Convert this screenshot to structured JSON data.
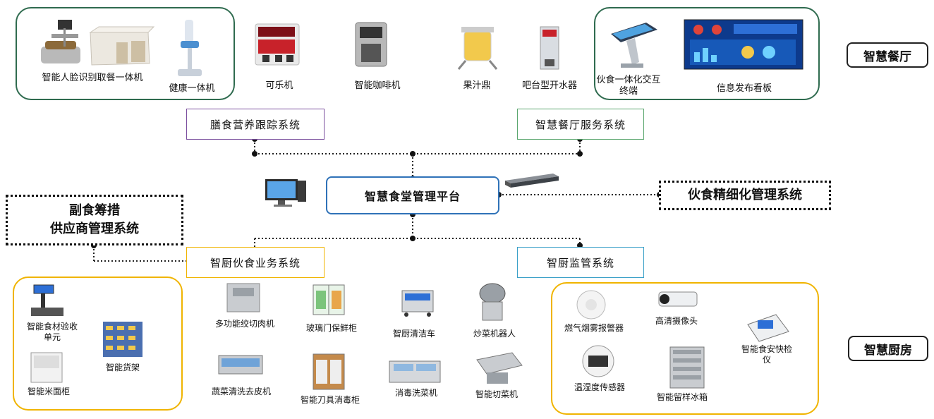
{
  "zones": {
    "restaurant": "智慧餐厅",
    "kitchen": "智慧厨房"
  },
  "platform": "智慧食堂管理平台",
  "systems": {
    "nutrition": "膳食营养跟踪系统",
    "restaurant_service": "智慧餐厅服务系统",
    "kitchen_business": "智厨伙食业务系统",
    "kitchen_supervision": "智厨监管系统"
  },
  "refined_mgmt": "伙食精细化管理系统",
  "supplier": {
    "line1": "副食筹措",
    "line2": "供应商管理系统"
  },
  "restaurant_devices": {
    "face_meal": "智能人脸识别取餐一体机",
    "health": "健康一体机",
    "cola": "可乐机",
    "coffee": "智能咖啡机",
    "juice": "果汁鼎",
    "water": "吧台型开水器",
    "terminal": "伙食一体化交互终端",
    "board": "信息发布看板"
  },
  "kitchen_left": {
    "inspection": "智能食材验收单元",
    "rice": "智能米面柜",
    "shelf": "智能货架"
  },
  "kitchen_middle": {
    "mincer": "多功能绞切肉机",
    "fridge": "玻璃门保鲜柜",
    "cart": "智厨清洁车",
    "robot": "炒菜机器人",
    "washer": "蔬菜清洗去皮机",
    "knife": "智能刀具消毒柜",
    "disinfect": "消毒洗菜机",
    "cutter": "智能切菜机"
  },
  "kitchen_right": {
    "gas": "燃气烟雾报警器",
    "camera": "高清摄像头",
    "safety": "智能食安快检仪",
    "humidity": "温湿度传感器",
    "sample": "智能留样冰箱"
  }
}
